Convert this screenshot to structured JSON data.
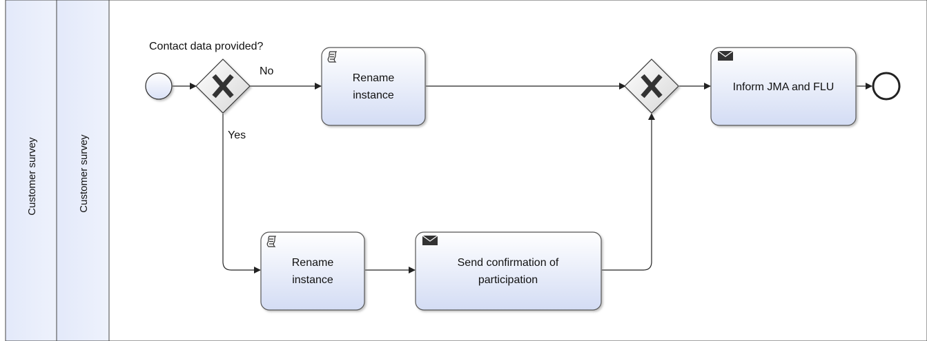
{
  "pool": {
    "label": "Customer survey"
  },
  "lane": {
    "label": "Customer survey"
  },
  "gateway_question": "Contact data provided?",
  "edges": {
    "no": "No",
    "yes": "Yes"
  },
  "tasks": {
    "rename_top": [
      "Rename",
      "instance"
    ],
    "rename_bottom": [
      "Rename",
      "instance"
    ],
    "send_confirmation": [
      "Send confirmation of",
      "participation"
    ],
    "inform": [
      "Inform JMA and FLU"
    ]
  },
  "icons": {
    "script": "script-icon",
    "message": "envelope-icon",
    "gateway": "exclusive-gateway-x-icon"
  },
  "colors": {
    "lane_fill": "#e7ecfb",
    "task_top": "#ffffff",
    "task_bottom": "#d3dcf4",
    "border": "#333333"
  }
}
